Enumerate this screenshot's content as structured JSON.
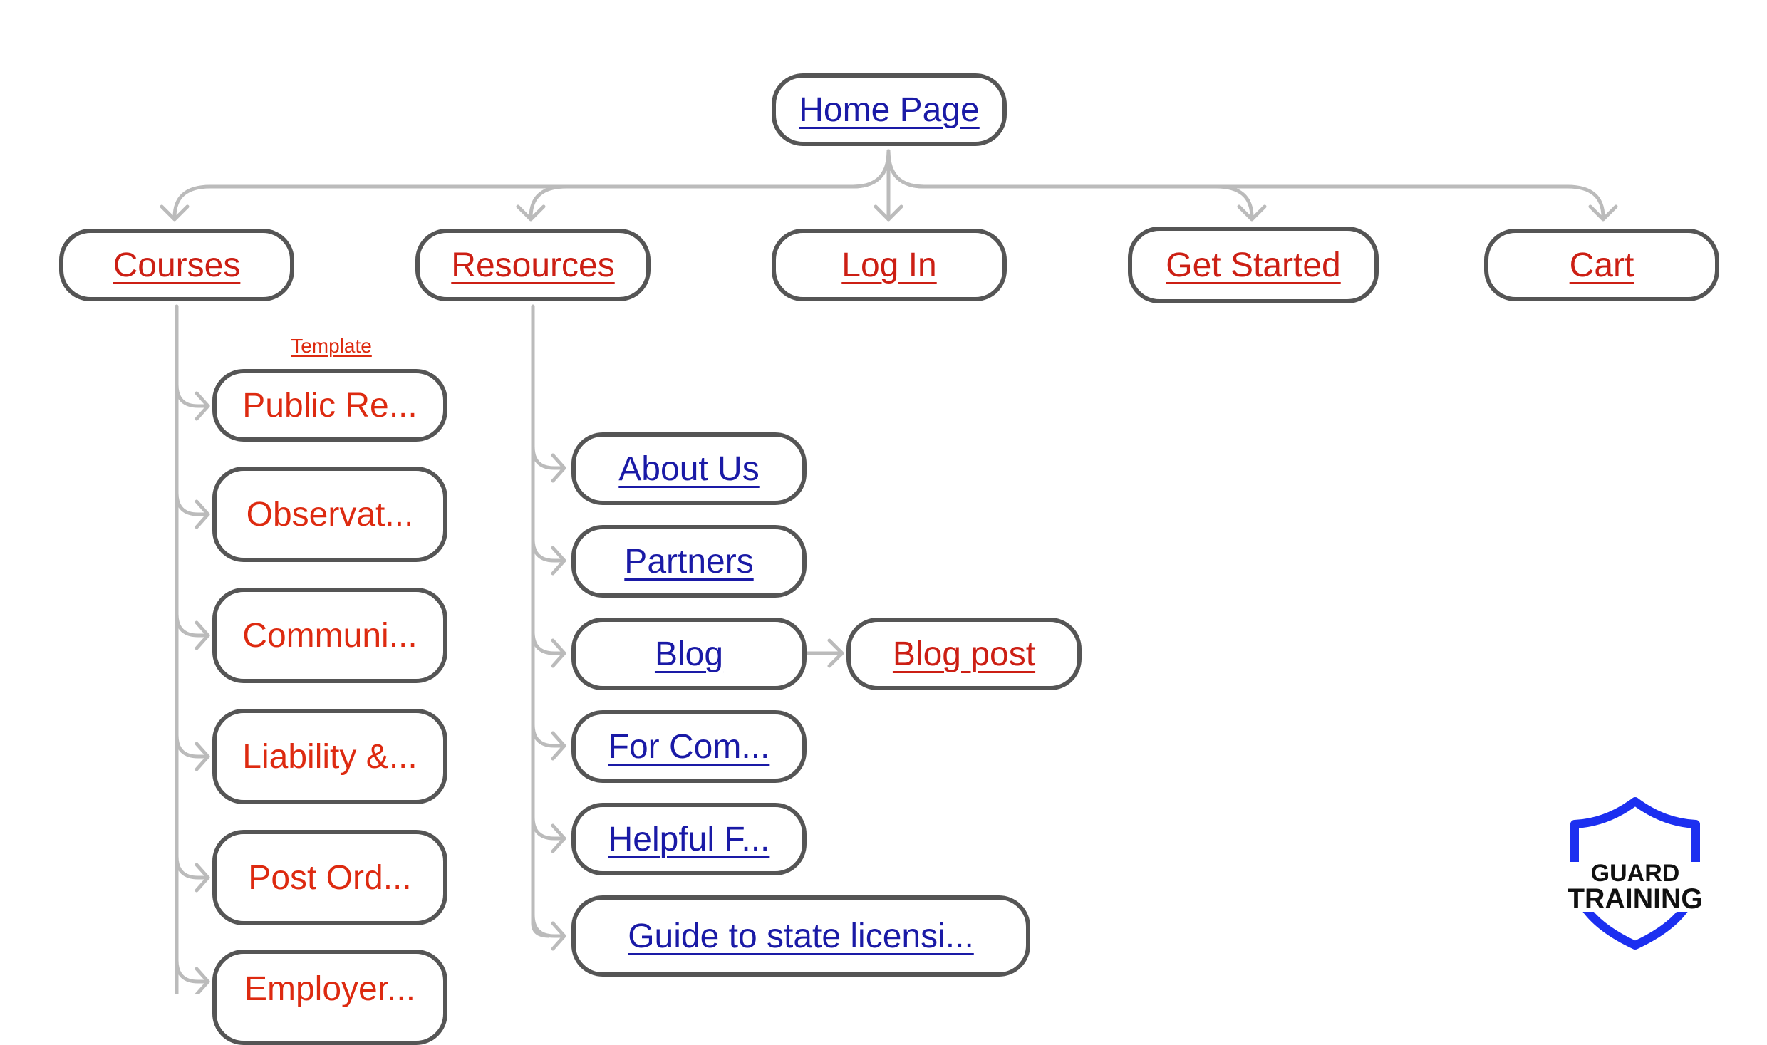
{
  "template_label": "Template",
  "colors": {
    "link_blue": "#1a1aa6",
    "link_red": "#cc1f14",
    "course_red": "#dd2a10",
    "connector": "#bbbbbb",
    "border": "#555555",
    "logo_blue": "#1c2ff0"
  },
  "nodes": {
    "home": "Home Page",
    "courses": "Courses",
    "resources": "Resources",
    "login": "Log In",
    "get_started": "Get Started",
    "cart": "Cart",
    "course_items": [
      "Public Re...",
      "Observat...",
      "Communi...",
      "Liability &...",
      "Post Ord...",
      "Employer..."
    ],
    "resource_items": [
      "About Us",
      "Partners",
      "Blog",
      "For Com...",
      "Helpful F...",
      "Guide to state licensi..."
    ],
    "blog_post": "Blog post"
  },
  "logo": {
    "line1": "GUARD",
    "line2": "TRAINING",
    "icon": "shield-icon"
  }
}
